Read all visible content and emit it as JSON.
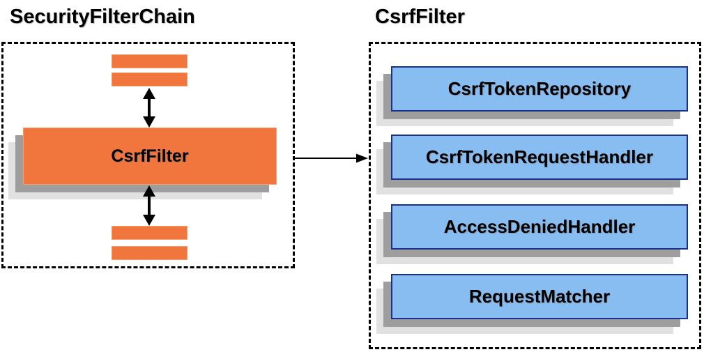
{
  "left_panel": {
    "title": "SecurityFilterChain",
    "center_box_label": "CsrfFilter",
    "other_filter_bars_count": 4
  },
  "right_panel": {
    "title": "CsrfFilter",
    "components": [
      "CsrfTokenRepository",
      "CsrfTokenRequestHandler",
      "AccessDeniedHandler",
      "RequestMatcher"
    ]
  },
  "icons": {
    "vertical_link": "double-headed-arrow",
    "flow_link": "right-arrow"
  },
  "colors": {
    "background": "#ffffff",
    "orange_fill": "#f1763d",
    "orange_border": "#f59e6b",
    "blue_fill": "#88bdf2",
    "blue_border": "#1b2f90",
    "shadow_dark": "#9e9e9e",
    "shadow_light": "#e1e1e1",
    "line_black": "#000000",
    "text_black": "#000000"
  }
}
